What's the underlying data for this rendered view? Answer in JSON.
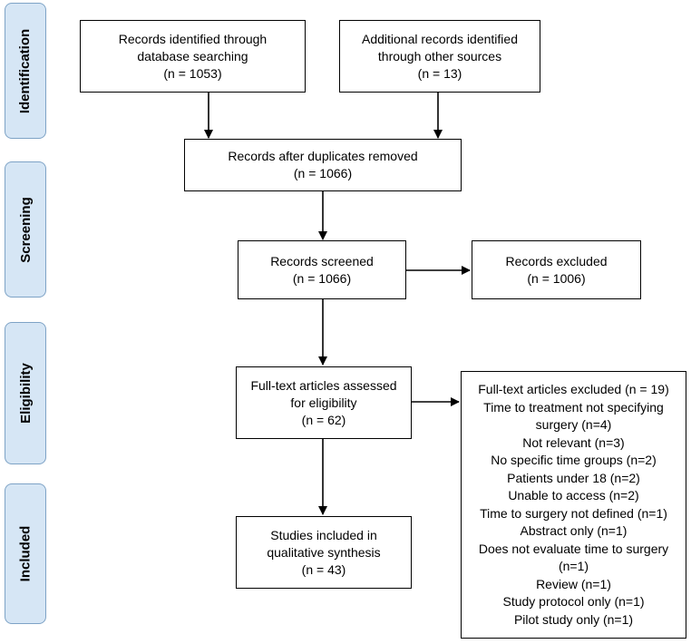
{
  "stages": {
    "identification": "Identification",
    "screening": "Screening",
    "eligibility": "Eligibility",
    "included": "Included"
  },
  "boxes": {
    "db_search": [
      "Records identified through",
      "database searching",
      "(n = 1053)"
    ],
    "other_sources": [
      "Additional records identified",
      "through other sources",
      "(n = 13)"
    ],
    "after_duplicates": [
      "Records after duplicates removed",
      "(n = 1066)"
    ],
    "screened": [
      "Records screened",
      "(n = 1066)"
    ],
    "excluded": [
      "Records excluded",
      "(n = 1006)"
    ],
    "full_text": [
      "Full-text articles assessed",
      "for eligibility",
      "(n = 62)"
    ],
    "included": [
      "Studies included in",
      "qualitative synthesis",
      "(n = 43)"
    ],
    "full_text_excluded": [
      "Full-text articles excluded (n = 19)",
      "Time to treatment not specifying",
      "surgery (n=4)",
      "Not relevant  (n=3)",
      "No specific time groups (n=2)",
      "Patients under 18 (n=2)",
      "Unable to access (n=2)",
      "Time to surgery not defined (n=1)",
      "Abstract only (n=1)",
      "Does not evaluate time to surgery",
      "(n=1)",
      "Review (n=1)",
      "Study protocol only (n=1)",
      "Pilot study only (n=1)"
    ]
  }
}
